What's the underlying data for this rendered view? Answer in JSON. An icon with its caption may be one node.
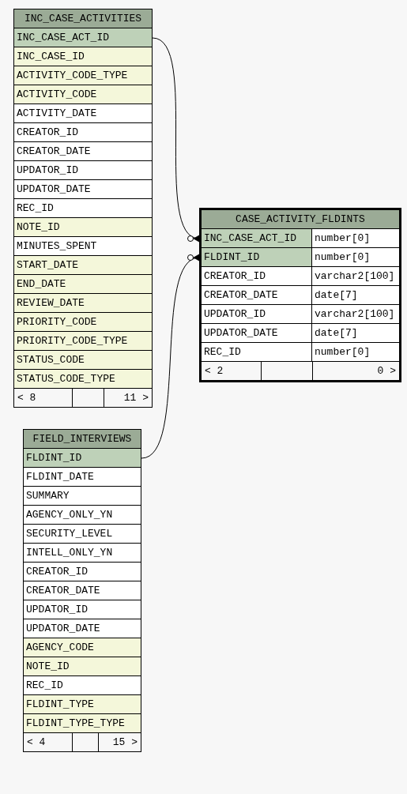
{
  "diagram": {
    "nodes": [
      {
        "text": [
          "INC_CASE_ACTIVITIES"
        ]
      },
      {
        "text": [
          "INC_CASE_ACT_ID"
        ],
        "in": 0
      },
      {
        "text": [
          "INC_CASE_ID"
        ],
        "in": 0
      },
      {
        "text": [
          "ACTIVITY_CODE_TYPE"
        ],
        "in": 0
      },
      {
        "text": [
          "ACTIVITY_CODE"
        ],
        "in": 0
      },
      {
        "text": [
          "ACTIVITY_DATE"
        ],
        "in": 0
      },
      {
        "text": [
          "CREATOR_ID"
        ],
        "in": 0
      },
      {
        "text": [
          "CREATOR_DATE"
        ],
        "in": 0
      },
      {
        "text": [
          "UPDATOR_ID"
        ],
        "in": 0
      },
      {
        "text": [
          "UPDATOR_DATE"
        ],
        "in": 0
      },
      {
        "text": [
          "REC_ID"
        ],
        "in": 0
      },
      {
        "text": [
          "NOTE_ID"
        ],
        "in": 0
      },
      {
        "text": [
          "MINUTES_SPENT"
        ],
        "in": 0
      },
      {
        "text": [
          "START_DATE"
        ],
        "in": 0
      },
      {
        "text": [
          "END_DATE"
        ],
        "in": 0
      },
      {
        "text": [
          "REVIEW_DATE"
        ],
        "in": 0
      },
      {
        "text": [
          "PRIORITY_CODE"
        ],
        "in": 0
      },
      {
        "text": [
          "PRIORITY_CODE_TYPE"
        ],
        "in": 0
      },
      {
        "text": [
          "STATUS_CODE"
        ],
        "in": 0
      },
      {
        "text": [
          "STATUS_CODE_TYPE"
        ],
        "in": 0
      },
      {
        "text": [
          "< 8"
        ],
        "in": 0
      },
      {
        "text": [
          "11 >"
        ],
        "in": 0
      },
      {
        "text": [
          "CASE_ACTIVITY_FLDINTS"
        ]
      },
      {
        "text": [
          "INC_CASE_ACT_ID",
          "number[0]"
        ],
        "in": 22
      },
      {
        "text": [
          "FLDINT_ID",
          "number[0]"
        ],
        "in": 22
      },
      {
        "text": [
          "CREATOR_ID",
          "varchar2[100]"
        ],
        "in": 22
      },
      {
        "text": [
          "CREATOR_DATE",
          "date[7]"
        ],
        "in": 22
      },
      {
        "text": [
          "UPDATOR_ID",
          "varchar2[100]"
        ],
        "in": 22
      },
      {
        "text": [
          "UPDATOR_DATE",
          "date[7]"
        ],
        "in": 22
      },
      {
        "text": [
          "REC_ID",
          "number[0]"
        ],
        "in": 22
      },
      {
        "text": [
          "< 2"
        ],
        "in": 22
      },
      {
        "text": [
          "0 >"
        ],
        "in": 22
      },
      {
        "text": [
          "FIELD_INTERVIEWS"
        ]
      },
      {
        "text": [
          "FLDINT_ID"
        ],
        "in": 32
      },
      {
        "text": [
          "FLDINT_DATE"
        ],
        "in": 32
      },
      {
        "text": [
          "SUMMARY"
        ],
        "in": 32
      },
      {
        "text": [
          "AGENCY_ONLY_YN"
        ],
        "in": 32
      },
      {
        "text": [
          "SECURITY_LEVEL"
        ],
        "in": 32
      },
      {
        "text": [
          "INTELL_ONLY_YN"
        ],
        "in": 32
      },
      {
        "text": [
          "CREATOR_ID"
        ],
        "in": 32
      },
      {
        "text": [
          "CREATOR_DATE"
        ],
        "in": 32
      },
      {
        "text": [
          "UPDATOR_ID"
        ],
        "in": 32
      },
      {
        "text": [
          "UPDATOR_DATE"
        ],
        "in": 32
      },
      {
        "text": [
          "AGENCY_CODE"
        ],
        "in": 32
      },
      {
        "text": [
          "NOTE_ID"
        ],
        "in": 32
      },
      {
        "text": [
          "REC_ID"
        ],
        "in": 32
      },
      {
        "text": [
          "FLDINT_TYPE"
        ],
        "in": 32
      },
      {
        "text": [
          "FLDINT_TYPE_TYPE"
        ],
        "in": 32
      },
      {
        "text": [
          "< 4"
        ],
        "in": 32
      },
      {
        "text": [
          "15 >"
        ],
        "in": 32
      }
    ],
    "edges": [
      {
        "from": 1,
        "to": 23,
        "arrow": "other"
      },
      {
        "from": 33,
        "to": 24,
        "arrow": "other"
      }
    ]
  }
}
